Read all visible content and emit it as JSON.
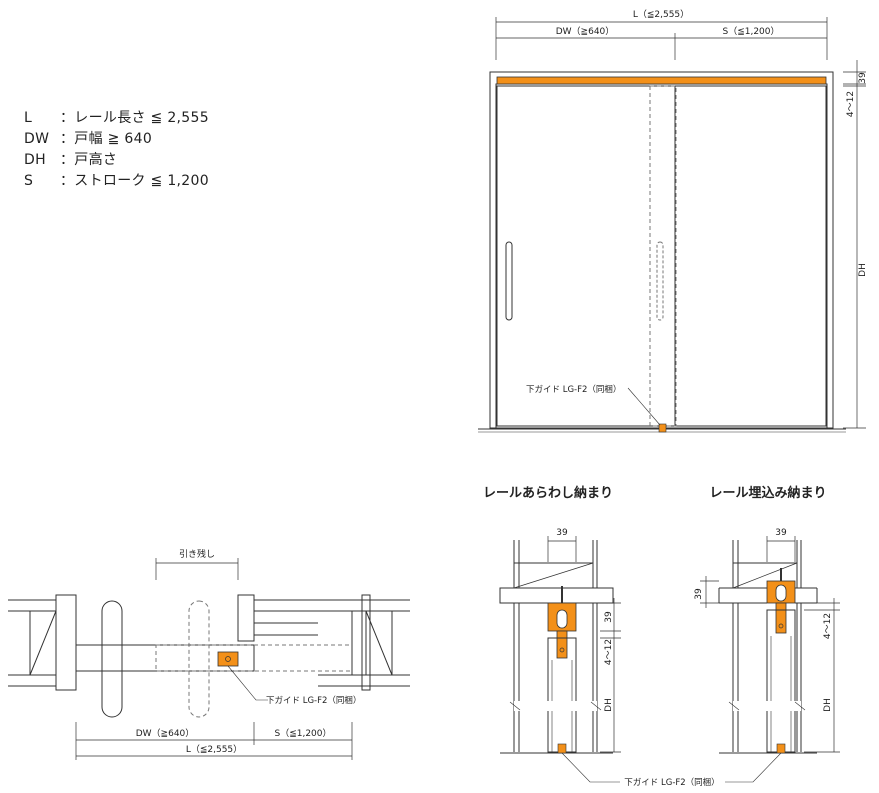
{
  "legend": [
    {
      "key": "L",
      "desc": "：レール長さ ≦ 2,555"
    },
    {
      "key": "DW",
      "desc": "：戸幅 ≧ 640"
    },
    {
      "key": "DH",
      "desc": "：戸高さ"
    },
    {
      "key": "S",
      "desc": "：ストローク ≦ 1,200"
    }
  ],
  "elevation": {
    "dim_L": "L（≦2,555）",
    "dim_DW": "DW（≧640）",
    "dim_S": "S（≦1,200）",
    "dim_39": "39",
    "dim_4_12": "4～12",
    "dim_DH": "DH",
    "guide_label": "下ガイド LG-F2（同梱）"
  },
  "plan": {
    "hikinokoshi": "引き残し",
    "guide_label": "下ガイド LG-F2（同梱）",
    "dim_DW": "DW（≧640）",
    "dim_S": "S（≦1,200）",
    "dim_L": "L（≦2,555）"
  },
  "section_exposed": {
    "title": "レールあらわし納まり",
    "dim_39_top": "39",
    "dim_39_side": "39",
    "dim_4_12": "4～12",
    "dim_DH": "DH"
  },
  "section_embedded": {
    "title": "レール埋込み納まり",
    "dim_39_top": "39",
    "dim_39_side": "39",
    "dim_4_12": "4～12",
    "dim_DH": "DH"
  },
  "bottom_guide_label": "下ガイド LG-F2（同梱）",
  "colors": {
    "accent": "#f39019",
    "line": "#333333",
    "hidden": "#777777"
  }
}
